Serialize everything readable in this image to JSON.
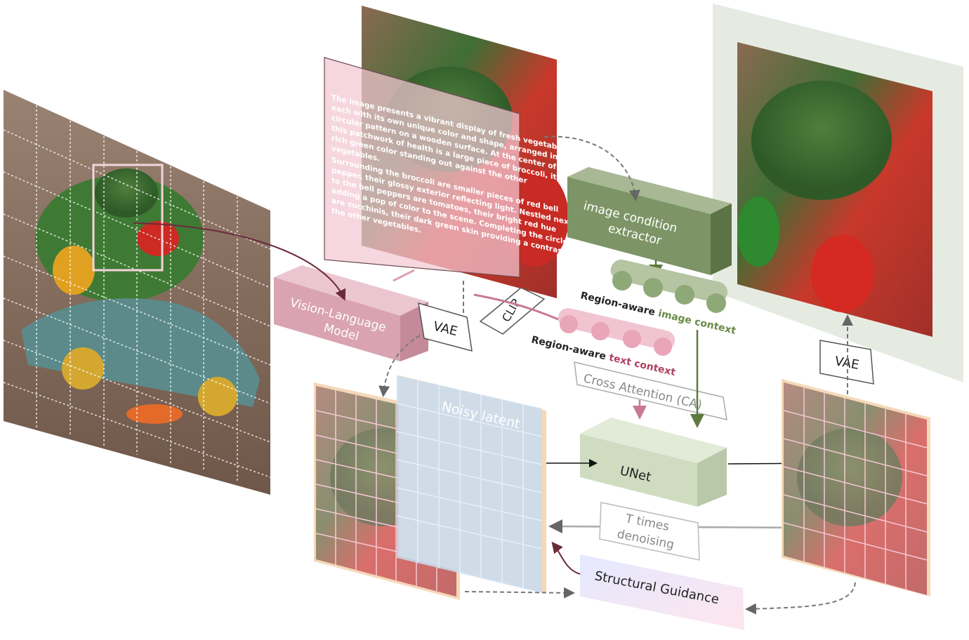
{
  "description_text": [
    "The image presents a vibrant display of fresh vegetables,",
    "each with its own unique color and shape, arranged in a",
    "circular pattern on a wooden surface. At the center of",
    "this patchwork of health is a large piece of broccoli, its",
    "rich green color standing out against the other",
    "vegetables.",
    "Surrounding the broccoli are smaller pieces of red bell",
    "pepper, their glossy exterior reflecting light. Nestled next",
    "to the bell peppers are tomatoes, their bright red hue",
    "adding a pop of color to the scene. Completing the circle",
    "are zucchinis, their dark green skin providing a contrast to",
    "the other vegetables."
  ],
  "labels": {
    "vlm_line1": "Vision-Language",
    "vlm_line2": "Model",
    "vae_left": "VAE",
    "clip": "CLIP",
    "extractor_line1": "image condition",
    "extractor_line2": "extractor",
    "image_context_prefix": "Region-aware ",
    "image_context_highlight": "image context",
    "text_context_prefix": "Region-aware ",
    "text_context_highlight": "text context",
    "cross_attention": "Cross Attention (CA)",
    "noisy_latent": "Noisy latent",
    "unet": "UNet",
    "t_times_line1": "T times",
    "t_times_line2": "denoising",
    "structural_guidance": "Structural Guidance",
    "vae_right": "VAE"
  },
  "colors": {
    "vlm_pink": "#d9a3b1",
    "text_accent": "#b04060",
    "extractor_green": "#7d9566",
    "image_accent": "#6a8a48",
    "unet_green": "#cfdcc0",
    "arrow_dark": "#6b2a3a",
    "arrow_gray": "#777777"
  }
}
